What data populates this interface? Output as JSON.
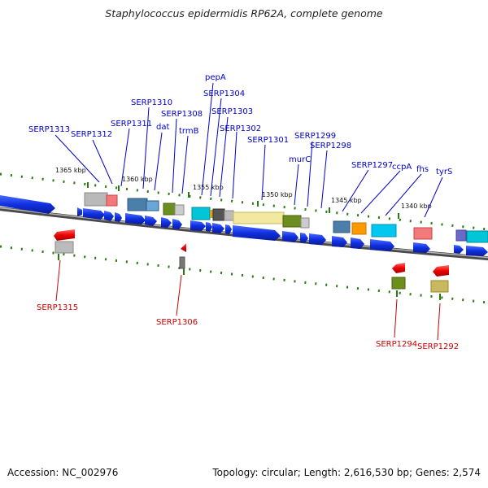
{
  "title": "Staphylococcus epidermidis RP62A, complete genome",
  "footer": {
    "accession": "Accession: NC_002976",
    "summary": "Topology: circular; Length: 2,616,530 bp; Genes: 2,574"
  },
  "colors": {
    "label_top": "#0000cc",
    "label_bottom": "#cc0000",
    "gene_forward": "#1030e0",
    "gene_reverse": "#ee0000",
    "backbone": "#777777",
    "tick": "#2a7a12"
  },
  "ticks": [
    {
      "label": "1365 kbp"
    },
    {
      "label": "1360 kbp"
    },
    {
      "label": "1355 kbp"
    },
    {
      "label": "1350 kbp"
    },
    {
      "label": "1345 kbp"
    },
    {
      "label": "1340 kbp"
    }
  ],
  "top_labels": [
    {
      "text": "SERP1313"
    },
    {
      "text": "SERP1312"
    },
    {
      "text": "SERP1311"
    },
    {
      "text": "SERP1310"
    },
    {
      "text": "dat"
    },
    {
      "text": "SERP1308"
    },
    {
      "text": "trmB"
    },
    {
      "text": "pepA"
    },
    {
      "text": "SERP1304"
    },
    {
      "text": "SERP1303"
    },
    {
      "text": "SERP1302"
    },
    {
      "text": "SERP1301"
    },
    {
      "text": "murC"
    },
    {
      "text": "SERP1299"
    },
    {
      "text": "SERP1298"
    },
    {
      "text": "SERP1297"
    },
    {
      "text": "ccpA"
    },
    {
      "text": "fhs"
    },
    {
      "text": "tyrS"
    }
  ],
  "bottom_labels": [
    {
      "text": "SERP1315"
    },
    {
      "text": "SERP1306"
    },
    {
      "text": "SERP1294"
    },
    {
      "text": "SERP1292"
    }
  ]
}
